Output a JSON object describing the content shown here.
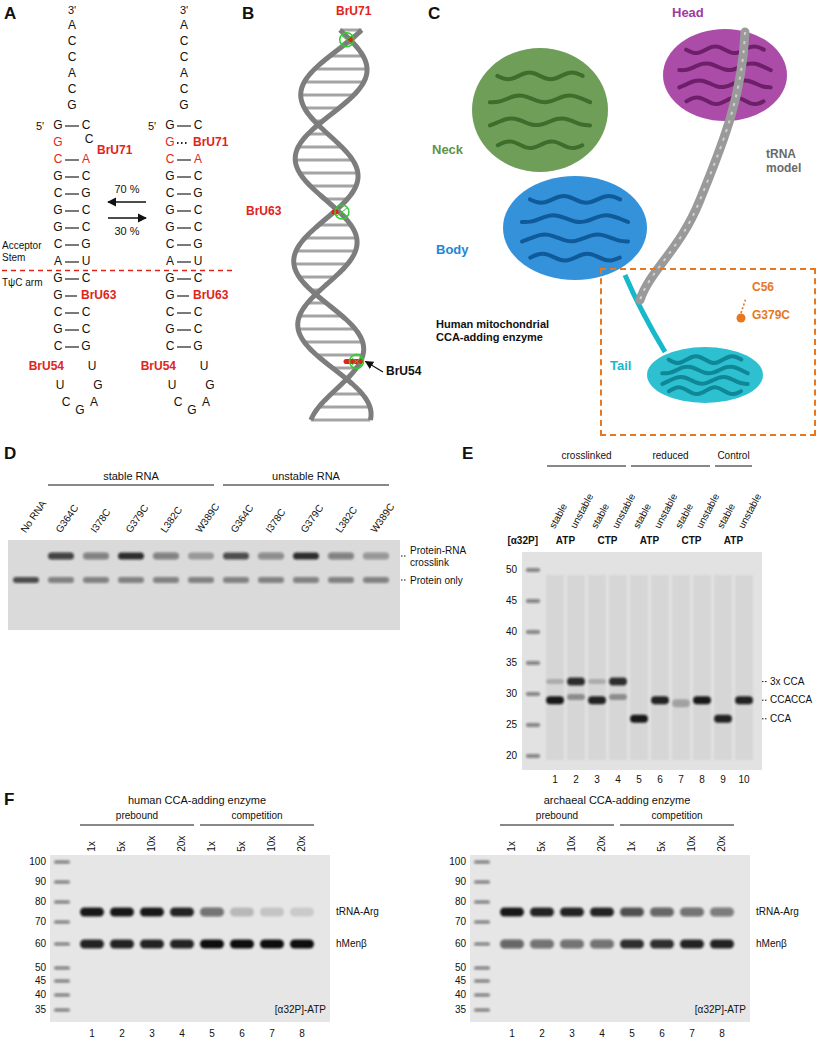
{
  "diagram": {
    "nodes": [
      {
        "text": [
          "C56",
          "G379C",
          "Tail"
        ]
      }
    ],
    "labels": [
      "A",
      "3'",
      "A",
      "C",
      "C",
      "A",
      "C",
      "G",
      "5'",
      "G",
      "G",
      "C",
      "G",
      "C",
      "G",
      "G",
      "C",
      "A",
      "G",
      "G",
      "C",
      "G",
      "C",
      "C",
      "C",
      "A",
      "C",
      "G",
      "C",
      "C",
      "G",
      "U",
      "C",
      "BrU63",
      "C",
      "C",
      "G",
      "BrU71",
      "BrU54",
      "U",
      "C",
      "G",
      "A",
      "G",
      "U",
      "3'",
      "A",
      "C",
      "C",
      "A",
      "C",
      "G",
      "5'",
      "G",
      "G",
      "C",
      "G",
      "C",
      "G",
      "G",
      "C",
      "A",
      "G",
      "G",
      "C",
      "G",
      "C",
      "C",
      "BrU71",
      "A",
      "C",
      "G",
      "C",
      "C",
      "G",
      "U",
      "C",
      "BrU63",
      "C",
      "C",
      "G",
      "BrU54",
      "U",
      "C",
      "G",
      "A",
      "G",
      "U",
      "Acceptor Stem",
      "TψC arm",
      "70 %",
      "30 %",
      "B",
      "BrU71",
      "BrU63",
      "BrU54",
      "C",
      "Head",
      "Neck",
      "tRNA model",
      "Body",
      "Human mitochondrial CCA-adding enzyme",
      "D",
      "stable RNA",
      "unstable RNA",
      "No RNA",
      "G364C",
      "I378C",
      "G379C",
      "L382C",
      "W389C",
      "G364C",
      "I378C",
      "G379C",
      "L382C",
      "W389C",
      "Protein-RNA crosslink",
      "Protein only",
      "E",
      "crosslinked",
      "reduced",
      "Control",
      "stable",
      "unstable",
      "stable",
      "unstable",
      "stable",
      "unstable",
      "stable",
      "unstable",
      "stable",
      "unstable",
      "[α32P]",
      "ATP",
      "CTP",
      "ATP",
      "CTP",
      "ATP",
      "50",
      "45",
      "40",
      "35",
      "30",
      "25",
      "20",
      "3x CCA",
      "CCACCA",
      "CCA",
      "1",
      "2",
      "3",
      "4",
      "5",
      "6",
      "7",
      "8",
      "9",
      "10",
      "F",
      "human CCA-adding enzyme",
      "prebound",
      "competition",
      "1x",
      "5x",
      "10x",
      "20x",
      "1x",
      "5x",
      "10x",
      "20x",
      "100",
      "90",
      "80",
      "70",
      "60",
      "50",
      "45",
      "40",
      "35",
      "tRNA-Arg",
      "hMenβ",
      "[α32P]-ATP",
      "1",
      "2",
      "3",
      "4",
      "5",
      "6",
      "7",
      "8",
      "archaeal CCA-adding enzyme",
      "prebound",
      "competition",
      "1x",
      "5x",
      "10x",
      "20x",
      "1x",
      "5x",
      "10x",
      "20x",
      "100",
      "90",
      "80",
      "70",
      "60",
      "50",
      "45",
      "40",
      "35",
      "tRNA-Arg",
      "hMenβ",
      "[α32P]-ATP",
      "1",
      "2",
      "3",
      "4",
      "5",
      "6",
      "7",
      "8"
    ]
  }
}
